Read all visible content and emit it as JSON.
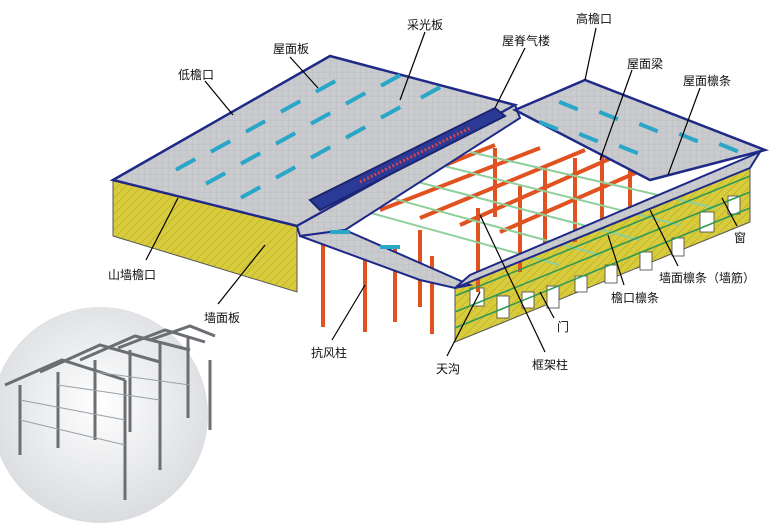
{
  "labels": {
    "cai_guang_ban": "采光板",
    "wu_mian_ban": "屋面板",
    "di_yan_kou": "低檐口",
    "wu_ji_qi_lou": "屋脊气楼",
    "gao_yan_kou": "高檐口",
    "wu_mian_liang": "屋面梁",
    "wu_mian_lin_tiao": "屋面檩条",
    "shan_qiang_yan_kou": "山墙檐口",
    "qiang_mian_ban": "墙面板",
    "kang_feng_zhu": "抗风柱",
    "tian_gou": "天沟",
    "kuang_jia_zhu": "框架柱",
    "men": "门",
    "yan_kou_lin_tiao": "檐口檩条",
    "qiang_mian_lin_tiao": "墙面檩条（墙筋）",
    "chuang": "窗"
  },
  "colors": {
    "roof": "#c7c9cc",
    "roof_edge": "#1f2a88",
    "skylight": "#2aa6c9",
    "wall": "#d9cc3e",
    "steel": "#e0521f",
    "purlin": "#8fcf9a"
  }
}
